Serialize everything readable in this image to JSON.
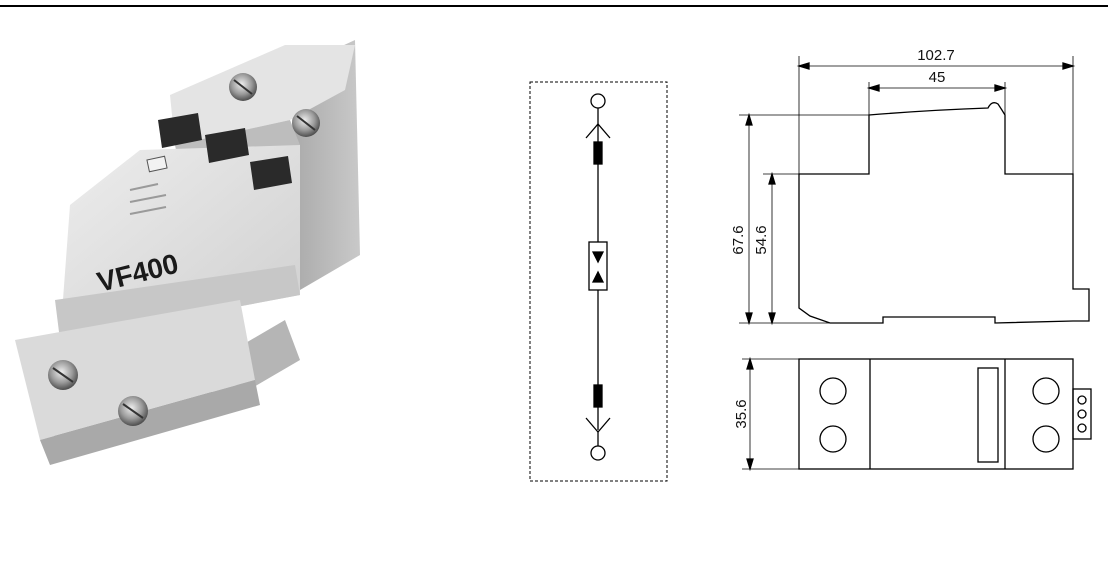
{
  "product": {
    "model_label": "VF400"
  },
  "dimensions": {
    "total_width": "102.7",
    "top_width": "45",
    "total_height": "67.6",
    "body_height": "54.6",
    "depth": "35.6"
  },
  "colors": {
    "line": "#000000",
    "housing_light": "#dcdcdc",
    "housing_mid": "#c4c4c4",
    "housing_dark": "#8d8d8d"
  }
}
